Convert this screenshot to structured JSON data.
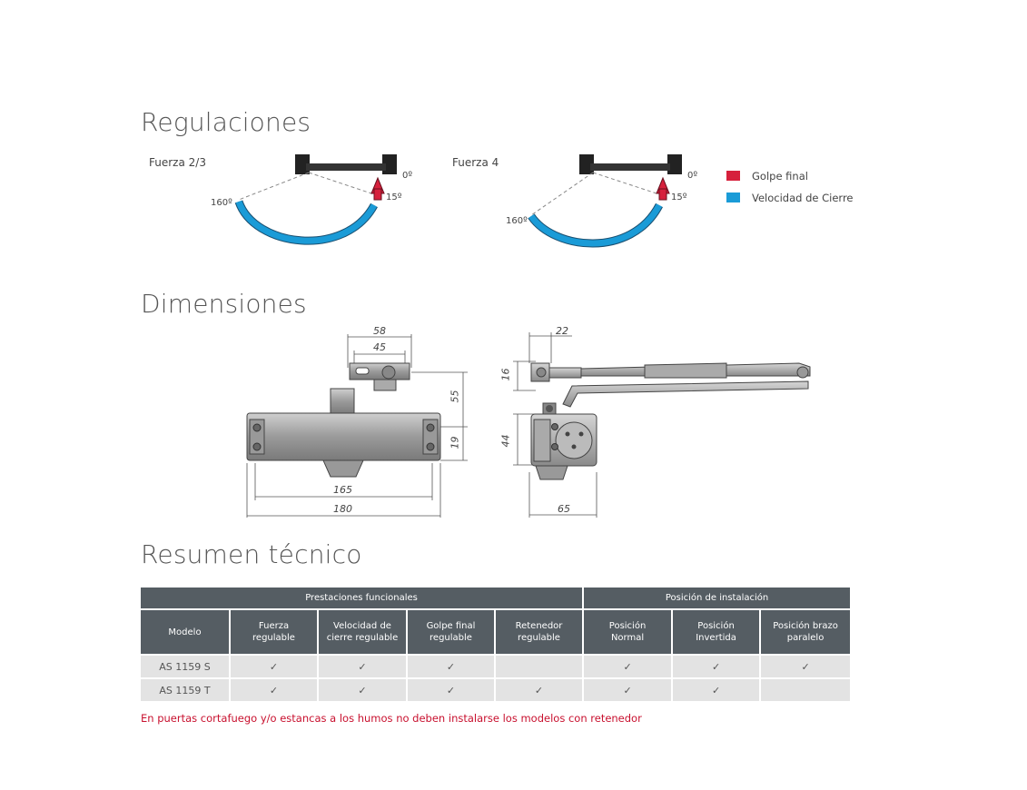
{
  "sections": {
    "regulaciones": "Regulaciones",
    "dimensiones": "Dimensiones",
    "resumen": "Resumen técnico"
  },
  "diagrams": {
    "left_label": "Fuerza 2/3",
    "right_label": "Fuerza 4",
    "angle_0": "0º",
    "angle_15": "15º",
    "angle_160": "160º"
  },
  "legend": {
    "golpe_final": "Golpe final",
    "velocidad_cierre": "Velocidad de Cierre",
    "color_golpe": "#d6203c",
    "color_velocidad": "#1a9bd7"
  },
  "dimensions": {
    "d58": "58",
    "d45": "45",
    "d55": "55",
    "d19": "19",
    "d165": "165",
    "d180": "180",
    "d22": "22",
    "d16": "16",
    "d44": "44",
    "d65": "65"
  },
  "table": {
    "group1": "Prestaciones funcionales",
    "group2": "Posición de instalación",
    "headers": [
      "Modelo",
      "Fuerza regulable",
      "Velocidad de cierre regulable",
      "Golpe final regulable",
      "Retenedor regulable",
      "Posición Normal",
      "Posición Invertida",
      "Posición brazo paralelo"
    ],
    "rows": [
      [
        "AS 1159 S",
        "✓",
        "✓",
        "✓",
        "",
        "✓",
        "✓",
        "✓"
      ],
      [
        "AS 1159 T",
        "✓",
        "✓",
        "✓",
        "✓",
        "✓",
        "✓",
        ""
      ]
    ]
  },
  "note": "En puertas cortafuego y/o estancas a los humos no deben instalarse los modelos con retenedor"
}
